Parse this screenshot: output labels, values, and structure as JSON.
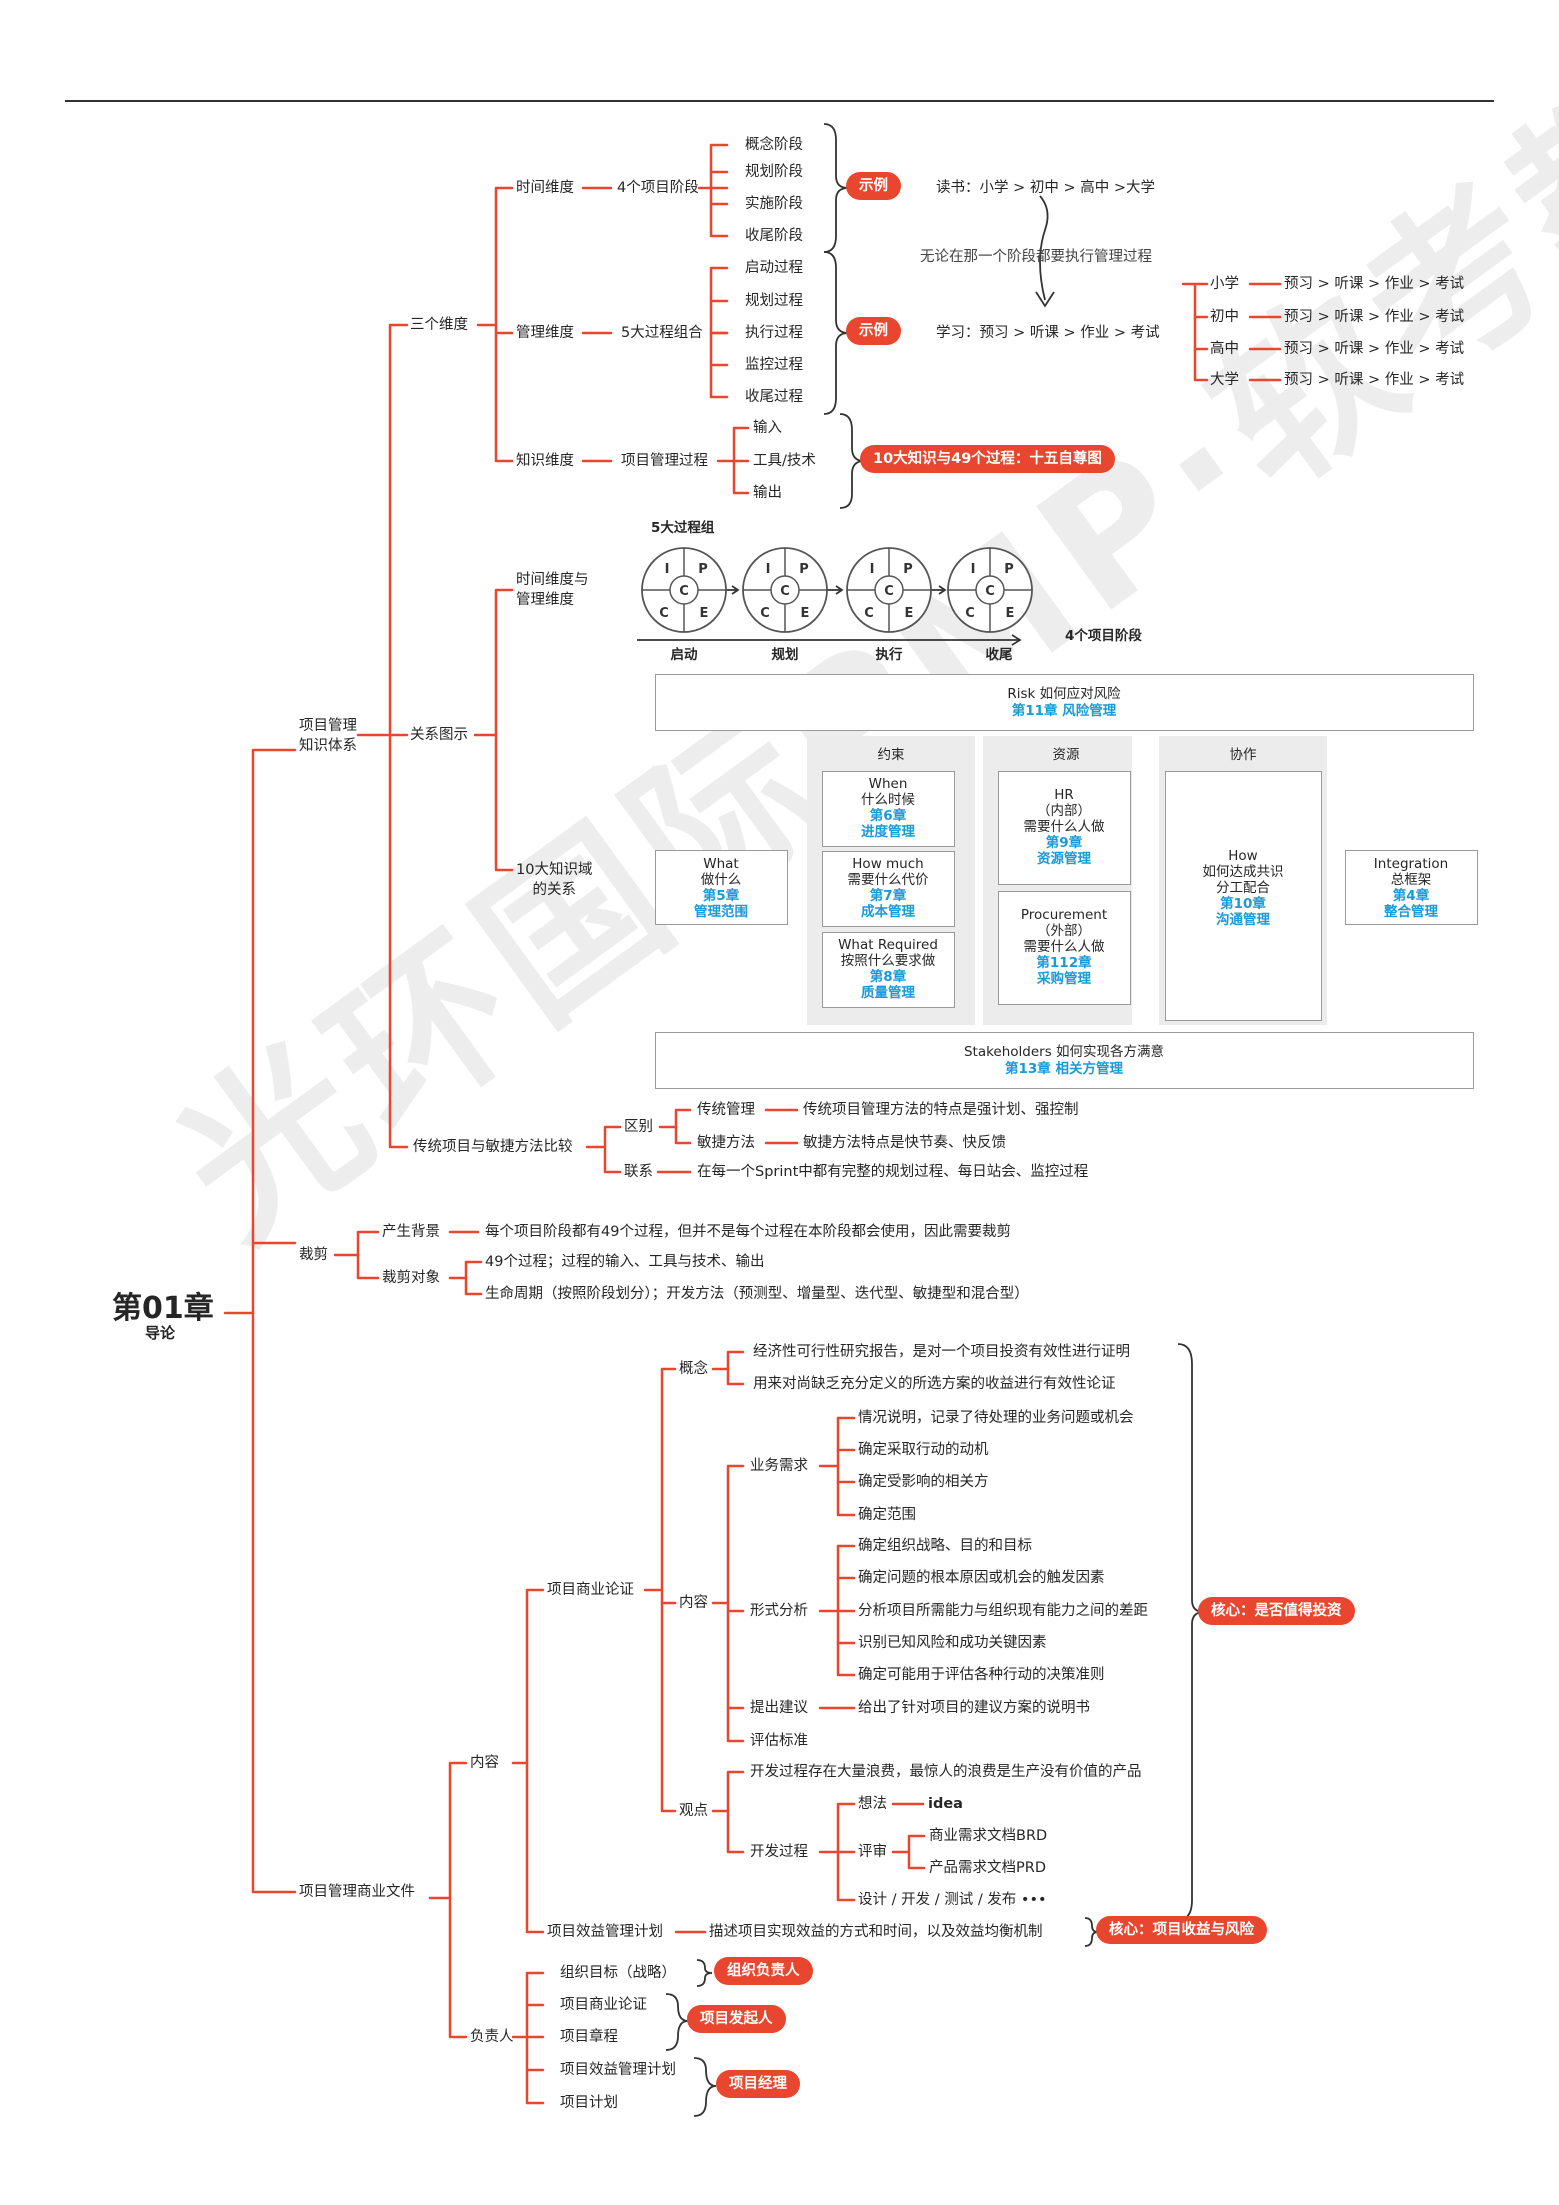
{
  "chapter": {
    "title": "第01章",
    "subtitle": "导论"
  },
  "watermark": "光环国际PMP·软考教辅",
  "colors": {
    "branch": "#e8462f",
    "accent_blue": "#1a9ad6",
    "panel_gray": "#ececec"
  },
  "n1": {
    "label": "项目管理\n知识体系",
    "three_dims": {
      "label": "三个维度",
      "time": {
        "label": "时间维度",
        "group": "4个项目阶段",
        "items": [
          "概念阶段",
          "规划阶段",
          "实施阶段",
          "收尾阶段"
        ],
        "example_pill": "示例",
        "example_text": "读书：小学 > 初中 > 高中 >大学"
      },
      "note": "无论在那一个阶段都要执行管理过程",
      "mgmt": {
        "label": "管理维度",
        "group": "5大过程组合",
        "items": [
          "启动过程",
          "规划过程",
          "执行过程",
          "监控过程",
          "收尾过程"
        ],
        "example_pill": "示例",
        "example_text": "学习：预习 > 听课 > 作业 > 考试",
        "stages": [
          {
            "name": "小学",
            "seq": "预习 > 听课 > 作业 > 考试"
          },
          {
            "name": "初中",
            "seq": "预习 > 听课 > 作业 > 考试"
          },
          {
            "name": "高中",
            "seq": "预习 > 听课 > 作业 > 考试"
          },
          {
            "name": "大学",
            "seq": "预习 > 听课 > 作业 > 考试"
          }
        ]
      },
      "knowledge": {
        "label": "知识维度",
        "group": "项目管理过程",
        "items": [
          "输入",
          "工具/技术",
          "输出"
        ],
        "pill": "10大知识与49个过程：十五自尊图"
      }
    },
    "relation": {
      "label": "关系图示",
      "tm": {
        "label": "时间维度与\n管理维度",
        "diagram_title": "5大过程组",
        "cycle_letters": [
          "I",
          "P",
          "C",
          "C",
          "E"
        ],
        "phases": [
          "启动",
          "规划",
          "执行",
          "收尾"
        ],
        "phase_caption": "4个项目阶段"
      },
      "ten": {
        "label": "10大知识域\n的关系",
        "risk": {
          "t1": "Risk  如何应对风险",
          "t2": "第11章   风险管理"
        },
        "what": {
          "t1": "What",
          "t2": "做什么",
          "t3": "第5章",
          "t4": "管理范围"
        },
        "panels": [
          "约束",
          "资源",
          "协作"
        ],
        "when": {
          "t1": "When",
          "t2": "什么时候",
          "t3": "第6章",
          "t4": "进度管理"
        },
        "howmuch": {
          "t1": "How much",
          "t2": "需要什么代价",
          "t3": "第7章",
          "t4": "成本管理"
        },
        "whatreq": {
          "t1": "What Required",
          "t2": "按照什么要求做",
          "t3": "第8章",
          "t4": "质量管理"
        },
        "hr": {
          "t1": "HR",
          "t2": "（内部）",
          "t3": "需要什么人做",
          "t4": "第9章",
          "t5": "资源管理"
        },
        "proc": {
          "t1": "Procurement",
          "t2": "（外部）",
          "t3": "需要什么人做",
          "t4": "第112章",
          "t5": "采购管理"
        },
        "how": {
          "t1": "How",
          "t2": "如何达成共识",
          "t3": "分工配合",
          "t4": "第10章",
          "t5": "沟通管理"
        },
        "integ": {
          "t1": "Integration",
          "t2": "总框架",
          "t3": "第4章",
          "t4": "整合管理"
        },
        "stake": {
          "t1": "Stakeholders  如何实现各方满意",
          "t2": "第13章   相关方管理"
        }
      }
    },
    "compare": {
      "label": "传统项目与敏捷方法比较",
      "diff": "区别",
      "trad": "传统管理",
      "trad_text": "传统项目管理方法的特点是强计划、强控制",
      "agile": "敏捷方法",
      "agile_text": "敏捷方法特点是快节奏、快反馈",
      "link": "联系",
      "link_text": "在每一个Sprint中都有完整的规划过程、每日站会、监控过程"
    }
  },
  "n2": {
    "label": "裁剪",
    "bg": "产生背景",
    "bg_text": "每个项目阶段都有49个过程，但并不是每个过程在本阶段都会使用，因此需要裁剪",
    "obj": "裁剪对象",
    "obj_items": [
      "49个过程；过程的输入、工具与技术、输出",
      "生命周期（按照阶段划分）；开发方法（预测型、增量型、迭代型、敏捷型和混合型）"
    ]
  },
  "n3": {
    "label": "项目管理商业文件",
    "content": "内容",
    "case": "项目商业论证",
    "concept": "概念",
    "concept_items": [
      "经济性可行性研究报告，是对一个项目投资有效性进行证明",
      "用来对尚缺乏充分定义的所选方案的收益进行有效性论证"
    ],
    "inner": "内容",
    "biz": "业务需求",
    "biz_items": [
      "情况说明，记录了待处理的业务问题或机会",
      "确定采取行动的动机",
      "确定受影响的相关方",
      "确定范围"
    ],
    "form": "形式分析",
    "form_items": [
      "确定组织战略、目的和目标",
      "确定问题的根本原因或机会的触发因素",
      "分析项目所需能力与组织现有能力之间的差距",
      "识别已知风险和成功关键因素",
      "确定可能用于评估各种行动的决策准则"
    ],
    "suggest": "提出建议",
    "suggest_text": "给出了针对项目的建议方案的说明书",
    "eval": "评估标准",
    "view": "观点",
    "view_text": "开发过程存在大量浪费，最惊人的浪费是生产没有价值的产品",
    "dev": "开发过程",
    "idea": "想法",
    "idea_text": "idea",
    "review": "评审",
    "review_items": [
      "商业需求文档BRD",
      "产品需求文档PRD"
    ],
    "design": "设计 / 开发 / 测试 / 发布 •••",
    "core1": "核心：是否值得投资",
    "benefit": "项目效益管理计划",
    "benefit_text": "描述项目实现效益的方式和时间，以及效益均衡机制",
    "core2": "核心：项目收益与风险",
    "owner": "负责人",
    "o1": "组织目标（战略）",
    "p1": "组织负责人",
    "o2": "项目商业论证",
    "o3": "项目章程",
    "p2": "项目发起人",
    "o4": "项目效益管理计划",
    "o5": "项目计划",
    "p3": "项目经理"
  }
}
